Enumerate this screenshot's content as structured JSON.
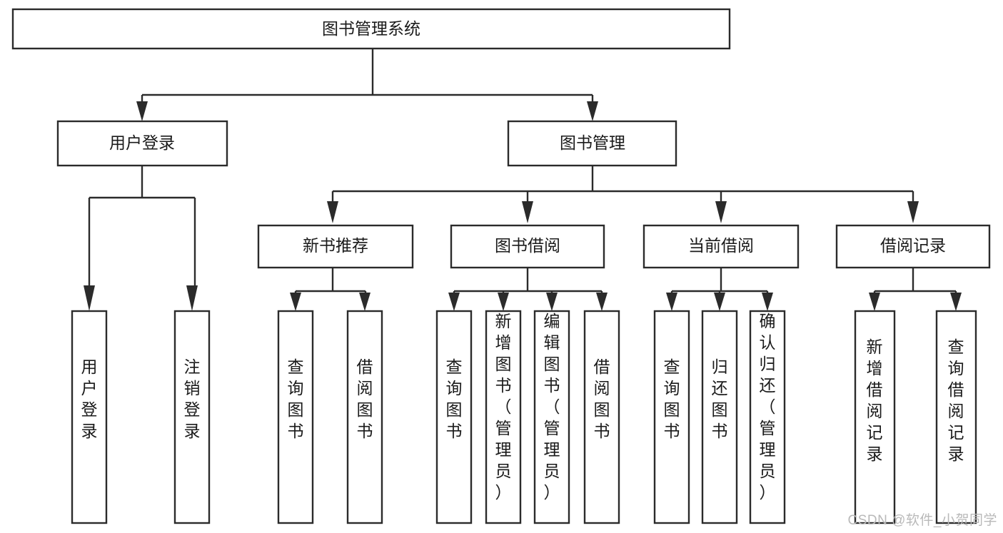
{
  "diagram": {
    "title": "图书管理系统",
    "watermark": "CSDN @软件_小贺同学",
    "nodes": {
      "root": {
        "label": "图书管理系统"
      },
      "level2": [
        {
          "id": "user-login",
          "label": "用户登录"
        },
        {
          "id": "book-management",
          "label": "图书管理"
        }
      ],
      "level3": [
        {
          "id": "new-book-recommend",
          "label": "新书推荐"
        },
        {
          "id": "book-borrow",
          "label": "图书借阅"
        },
        {
          "id": "current-borrow",
          "label": "当前借阅"
        },
        {
          "id": "borrow-record",
          "label": "借阅记录"
        }
      ],
      "leaves": [
        {
          "id": "leaf-user-login",
          "label": "用户登录",
          "parent": "user-login"
        },
        {
          "id": "leaf-logout-login",
          "label": "注销登录",
          "parent": "user-login"
        },
        {
          "id": "leaf-query-book-1",
          "label": "查询图书",
          "parent": "new-book-recommend"
        },
        {
          "id": "leaf-borrow-book-1",
          "label": "借阅图书",
          "parent": "new-book-recommend"
        },
        {
          "id": "leaf-query-book-2",
          "label": "查询图书",
          "parent": "book-borrow"
        },
        {
          "id": "leaf-add-book-admin",
          "label": "新增图书（管理员）",
          "parent": "book-borrow"
        },
        {
          "id": "leaf-edit-book-admin",
          "label": "编辑图书（管理员）",
          "parent": "book-borrow"
        },
        {
          "id": "leaf-borrow-book-2",
          "label": "借阅图书",
          "parent": "book-borrow"
        },
        {
          "id": "leaf-query-book-3",
          "label": "查询图书",
          "parent": "current-borrow"
        },
        {
          "id": "leaf-return-book",
          "label": "归还图书",
          "parent": "current-borrow"
        },
        {
          "id": "leaf-confirm-return-admin",
          "label": "确认归还（管理员）",
          "parent": "current-borrow"
        },
        {
          "id": "leaf-add-borrow-record",
          "label": "新增借阅记录",
          "parent": "borrow-record"
        },
        {
          "id": "leaf-query-borrow-record",
          "label": "查询借阅记录",
          "parent": "borrow-record"
        }
      ]
    },
    "colors": {
      "stroke": "#2b2b2b",
      "fill": "#ffffff",
      "text": "#1a1a1a",
      "watermark": "#b9b9b9"
    }
  }
}
